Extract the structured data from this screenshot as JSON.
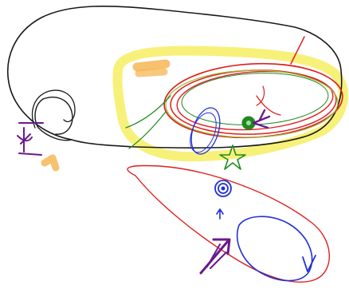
{
  "canvas": {
    "background": "#ffffff"
  },
  "ink_colors": {
    "black": "#1a1a1a",
    "red": "#e01f1f",
    "blue": "#2230d8",
    "green": "#1f8a1f",
    "purple": "#6a1a8c",
    "yellow_highlighter": "#f6ef63",
    "orange_highlighter": "#f5b14a"
  },
  "strokes": [
    {
      "name": "large-black-loop",
      "color": "black"
    },
    {
      "name": "small-black-curl",
      "color": "black"
    },
    {
      "name": "yellow-highlight-loop",
      "color": "yellow_highlighter"
    },
    {
      "name": "orange-highlight-top",
      "color": "orange_highlighter"
    },
    {
      "name": "orange-highlight-left",
      "color": "orange_highlighter"
    },
    {
      "name": "red-ellipses",
      "color": "red"
    },
    {
      "name": "red-tail-stroke",
      "color": "red"
    },
    {
      "name": "green-arc",
      "color": "green"
    },
    {
      "name": "green-dot",
      "color": "green"
    },
    {
      "name": "green-star",
      "color": "green"
    },
    {
      "name": "purple-arrow-small",
      "color": "purple"
    },
    {
      "name": "purple-cross-mark",
      "color": "purple"
    },
    {
      "name": "blue-oval-upper",
      "color": "blue"
    },
    {
      "name": "blue-spiral",
      "color": "blue"
    },
    {
      "name": "blue-up-arrow",
      "color": "blue"
    },
    {
      "name": "lower-red-ellipse",
      "color": "red"
    },
    {
      "name": "blue-ellipse-lower",
      "color": "blue"
    },
    {
      "name": "blue-check-mark",
      "color": "blue"
    },
    {
      "name": "purple-arrow-large",
      "color": "purple"
    }
  ]
}
